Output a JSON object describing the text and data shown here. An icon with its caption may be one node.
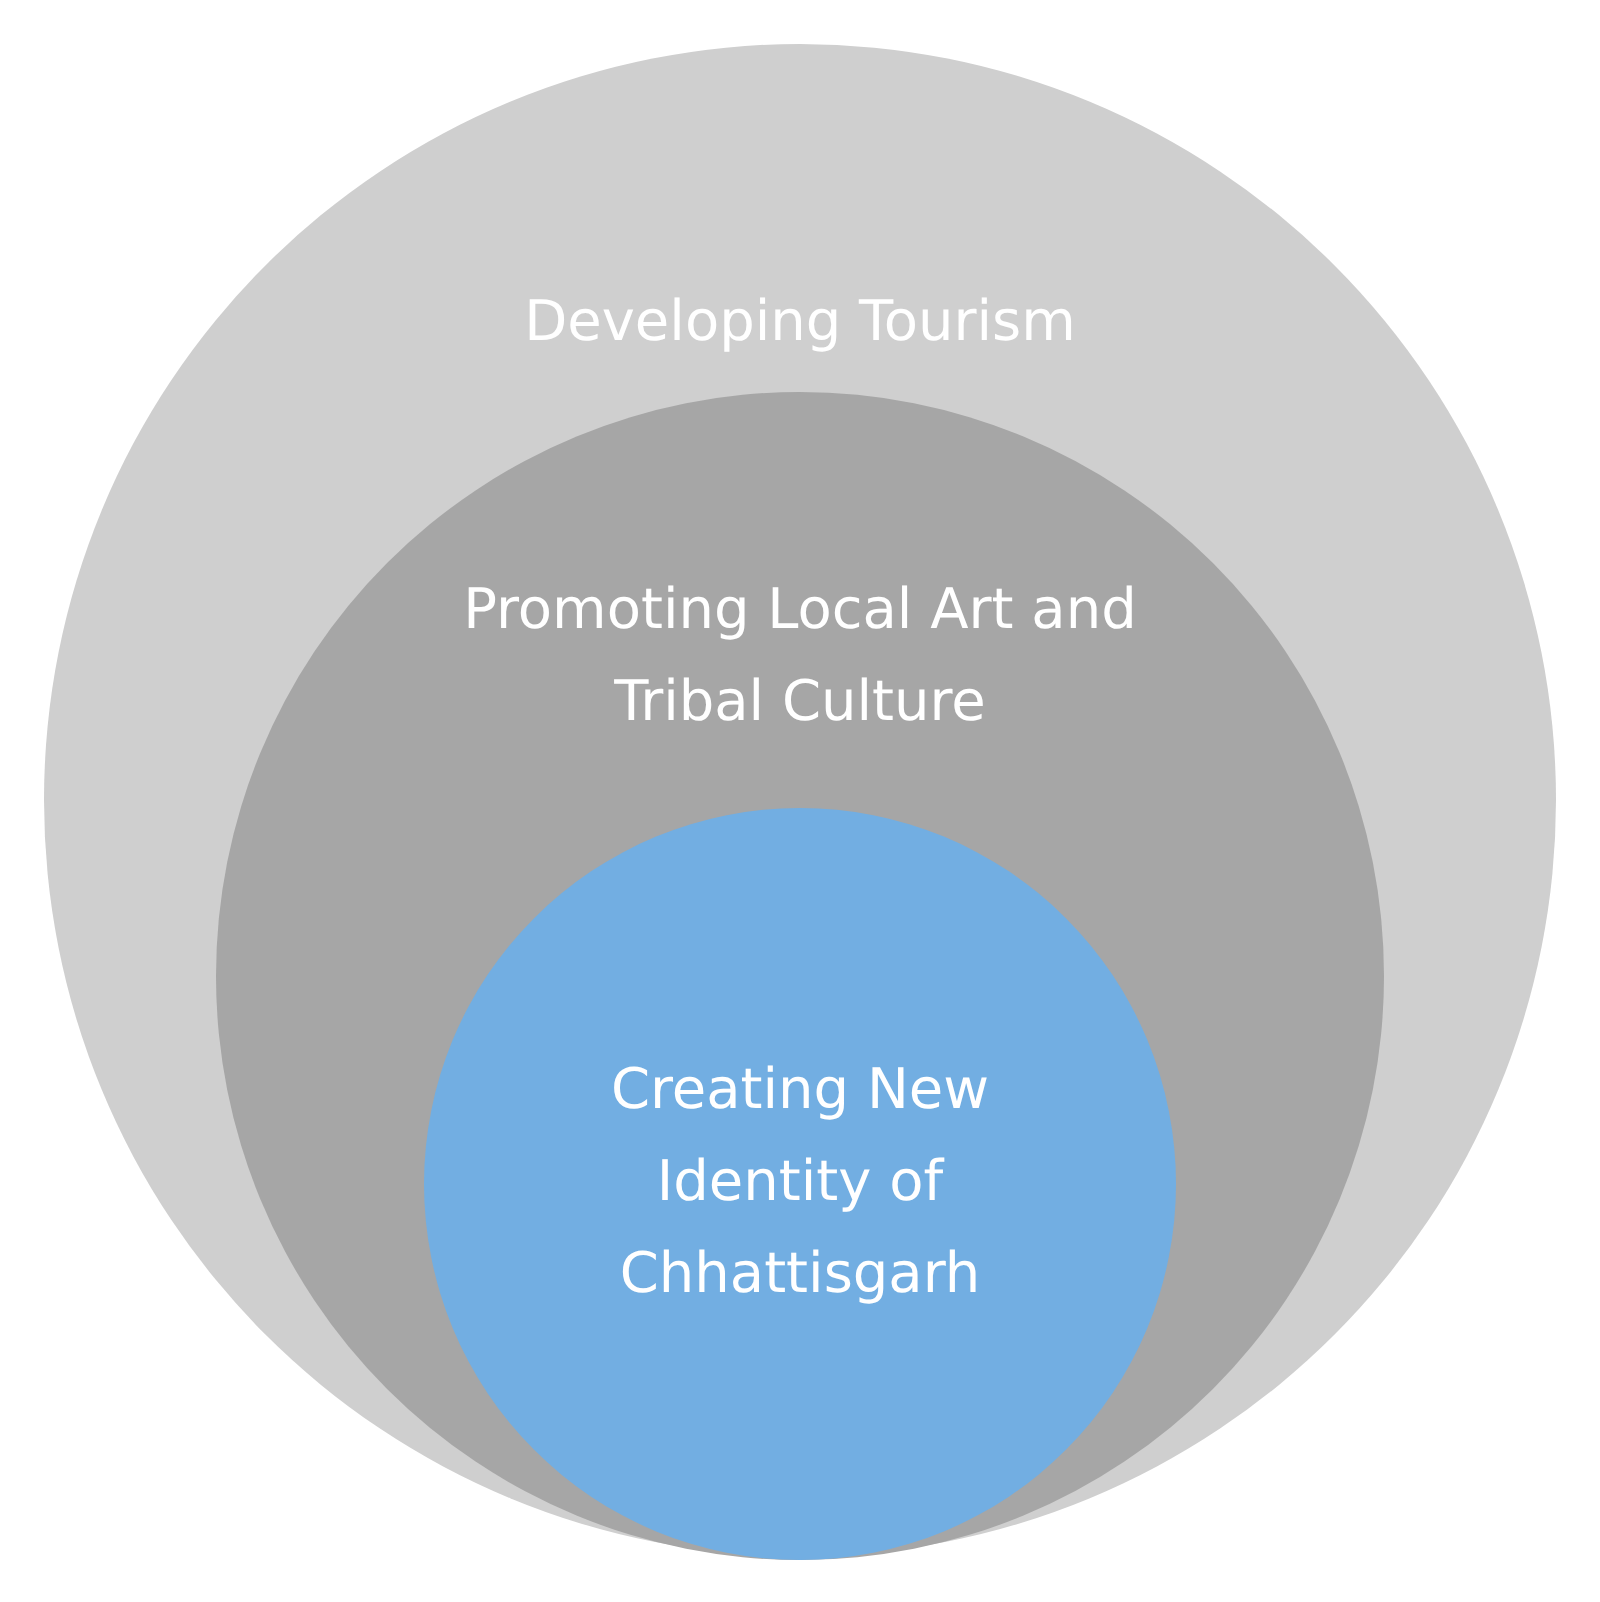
{
  "diagram": {
    "nodes": [
      {
        "text": [
          "Developing Tourism"
        ]
      },
      {
        "text": [
          "Promoting Local Art and Tribal Culture"
        ],
        "in": 0
      },
      {
        "text": [
          "Creating New Identity of Chhattisgarh"
        ],
        "in": 1
      }
    ]
  }
}
